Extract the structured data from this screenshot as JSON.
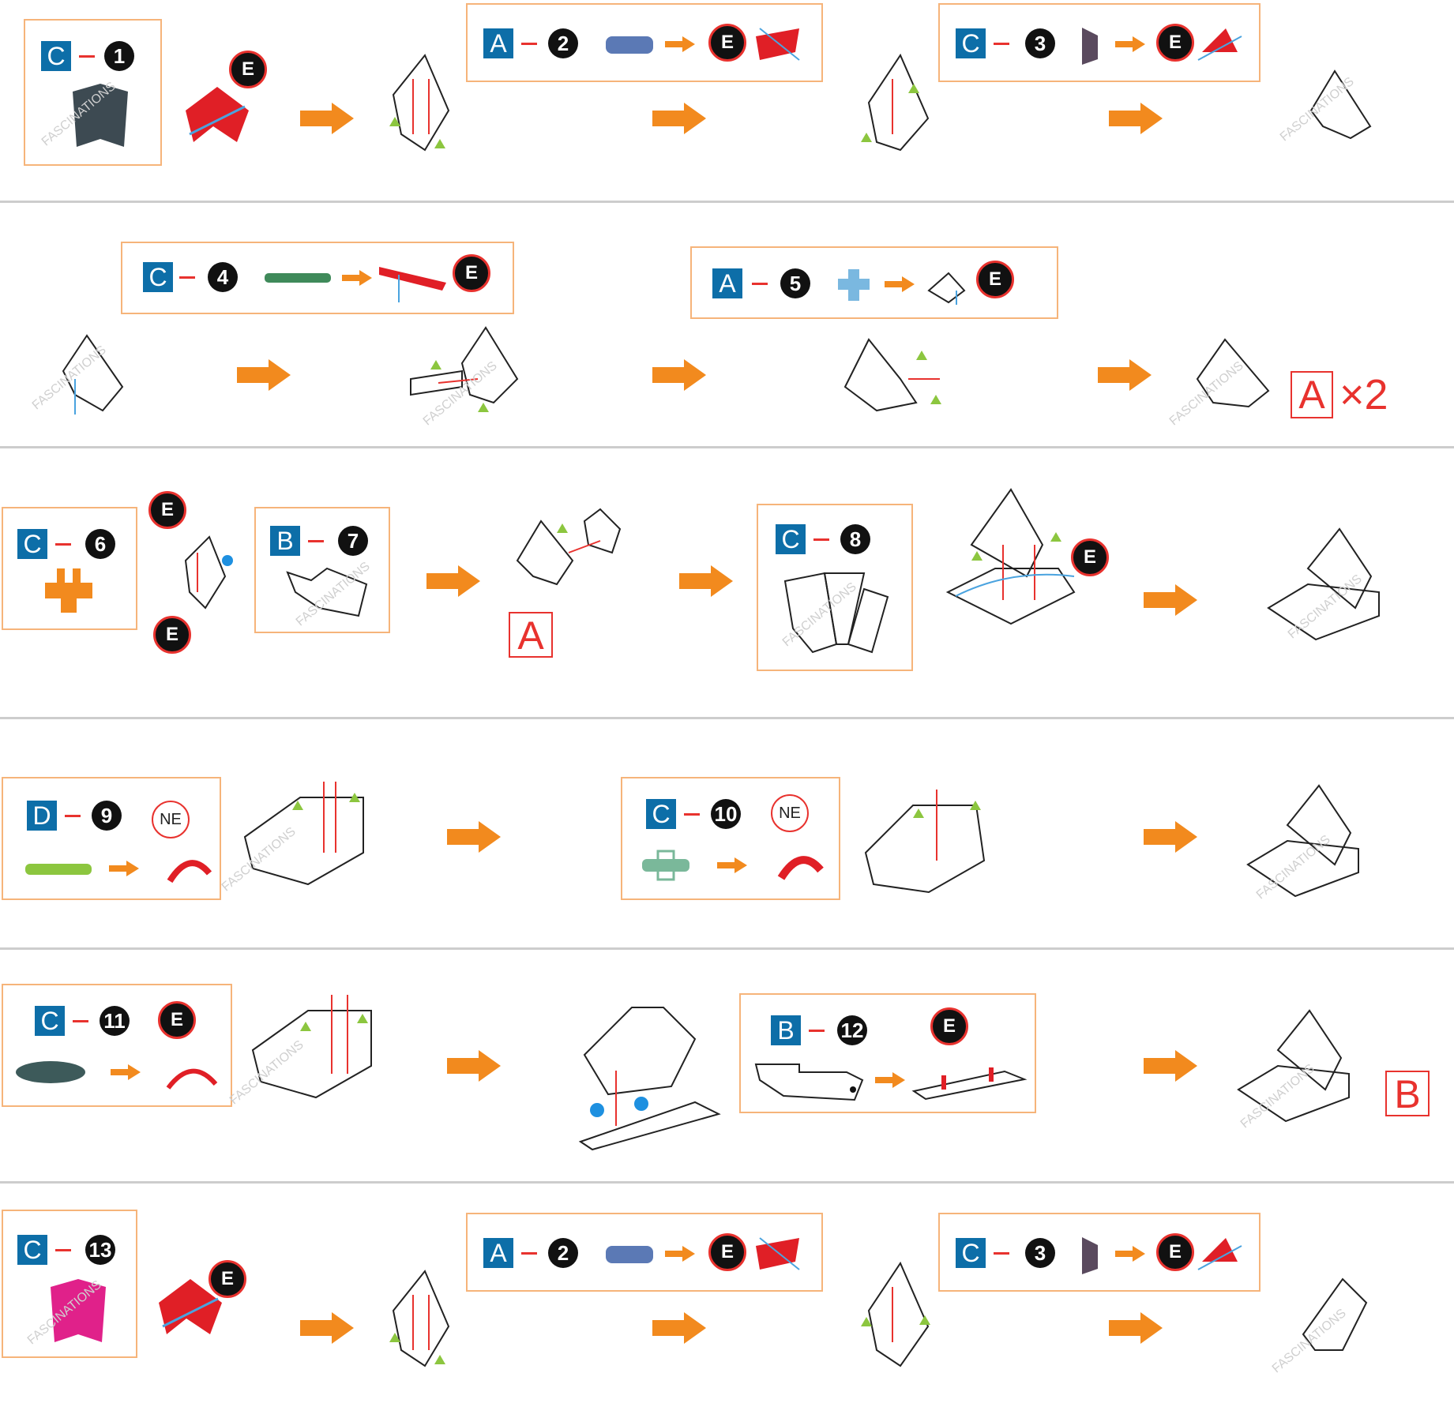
{
  "brand_watermark": "FASCINATIONS",
  "part_letter": "E",
  "no_eject_label": "NE",
  "colors": {
    "box_border": "#f6b47a",
    "sheet_label": "#0d6ea8",
    "arrow": "#f28a1e",
    "accent_red": "#e8322e",
    "separator": "#cdcdcd"
  },
  "steps": [
    {
      "sheet": "C",
      "number": "1",
      "part_color": "#3d4a52"
    },
    {
      "sheet": "A",
      "number": "2",
      "part_color": "#5b79b5"
    },
    {
      "sheet": "C",
      "number": "3",
      "part_color": "#5a4a5e"
    },
    {
      "sheet": "C",
      "number": "4",
      "part_color": "#3f8a5a"
    },
    {
      "sheet": "A",
      "number": "5",
      "part_color": "#7ab8e0"
    },
    {
      "sheet": "C",
      "number": "6",
      "part_color": "#f28a1e"
    },
    {
      "sheet": "B",
      "number": "7",
      "part_color": "#ffffff"
    },
    {
      "sheet": "C",
      "number": "8",
      "part_color": "#ffffff"
    },
    {
      "sheet": "D",
      "number": "9",
      "part_color": "#8cc63f"
    },
    {
      "sheet": "C",
      "number": "10",
      "part_color": "#7ab89a"
    },
    {
      "sheet": "C",
      "number": "11",
      "part_color": "#3d5a5a"
    },
    {
      "sheet": "B",
      "number": "12",
      "part_color": "#ffffff"
    },
    {
      "sheet": "C",
      "number": "13",
      "part_color": "#e0218a"
    },
    {
      "sheet": "A",
      "number": "2",
      "part_color": "#5b79b5"
    },
    {
      "sheet": "C",
      "number": "3",
      "part_color": "#5a4a5e"
    }
  ],
  "subassembly": {
    "a_label": "A",
    "a_multiplier": "×2",
    "b_label": "B"
  }
}
